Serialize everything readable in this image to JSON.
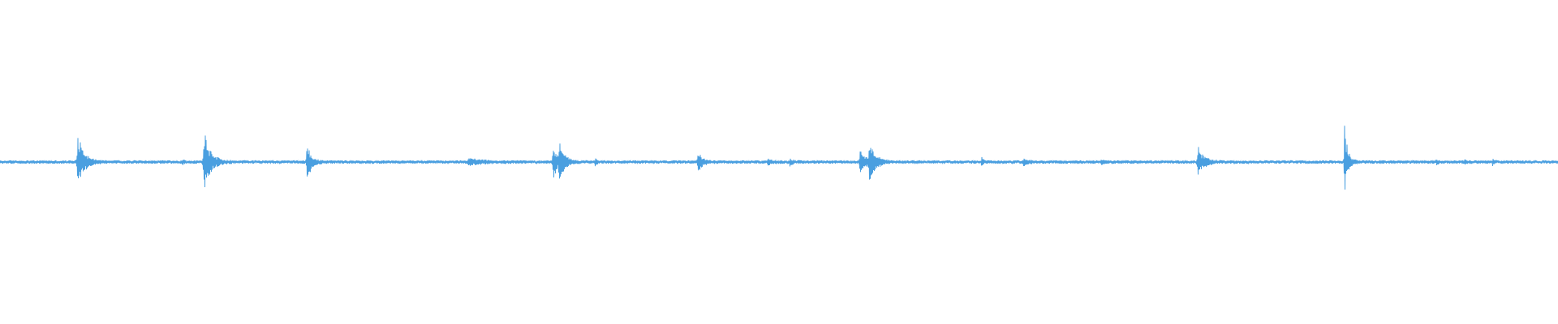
{
  "waveform": {
    "color": "#4a9fe0",
    "baseline_level": 0.0,
    "noise_level": 0.004,
    "events": [
      {
        "position": 0.05,
        "amplitude": 0.085,
        "decay": 0.004
      },
      {
        "position": 0.117,
        "amplitude": 0.008,
        "decay": 0.001
      },
      {
        "position": 0.131,
        "amplitude": 0.095,
        "decay": 0.004
      },
      {
        "position": 0.197,
        "amplitude": 0.055,
        "decay": 0.003
      },
      {
        "position": 0.301,
        "amplitude": 0.01,
        "decay": 0.008
      },
      {
        "position": 0.355,
        "amplitude": 0.055,
        "decay": 0.003
      },
      {
        "position": 0.359,
        "amplitude": 0.06,
        "decay": 0.003
      },
      {
        "position": 0.382,
        "amplitude": 0.012,
        "decay": 0.001
      },
      {
        "position": 0.448,
        "amplitude": 0.03,
        "decay": 0.003
      },
      {
        "position": 0.493,
        "amplitude": 0.008,
        "decay": 0.003
      },
      {
        "position": 0.507,
        "amplitude": 0.01,
        "decay": 0.002
      },
      {
        "position": 0.552,
        "amplitude": 0.04,
        "decay": 0.004
      },
      {
        "position": 0.558,
        "amplitude": 0.05,
        "decay": 0.004
      },
      {
        "position": 0.63,
        "amplitude": 0.02,
        "decay": 0.001
      },
      {
        "position": 0.657,
        "amplitude": 0.012,
        "decay": 0.003
      },
      {
        "position": 0.707,
        "amplitude": 0.008,
        "decay": 0.003
      },
      {
        "position": 0.769,
        "amplitude": 0.045,
        "decay": 0.004
      },
      {
        "position": 0.863,
        "amplitude": 0.115,
        "decay": 0.002
      },
      {
        "position": 0.922,
        "amplitude": 0.008,
        "decay": 0.001
      },
      {
        "position": 0.94,
        "amplitude": 0.006,
        "decay": 0.002
      },
      {
        "position": 0.958,
        "amplitude": 0.012,
        "decay": 0.001
      }
    ]
  }
}
